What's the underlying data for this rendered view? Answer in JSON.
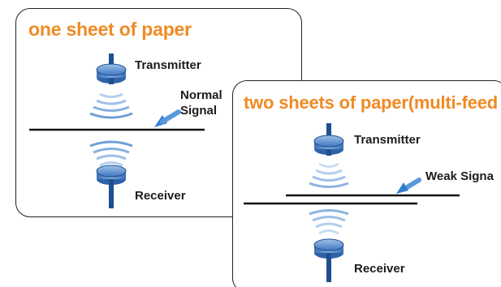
{
  "panels": [
    {
      "title": "one sheet of paper",
      "transmitter_label": "Transmitter",
      "receiver_label": "Receiver",
      "signal_label_line1": "Normal",
      "signal_label_line2": "Signal"
    },
    {
      "title": "two sheets of paper(multi-feed",
      "transmitter_label": "Transmitter",
      "receiver_label": "Receiver",
      "signal_label_line1": "Weak Signa"
    }
  ],
  "colors": {
    "title": "#f08a23",
    "sensor_fill": "#5b8fd0",
    "sensor_stroke": "#1e4f8e",
    "wave": "#7fa9d8",
    "arrow": "#3d8ad6",
    "paper": "#111111",
    "border": "#222222"
  },
  "icons": [
    "sensor-icon",
    "wave-icon",
    "arrow-icon"
  ]
}
